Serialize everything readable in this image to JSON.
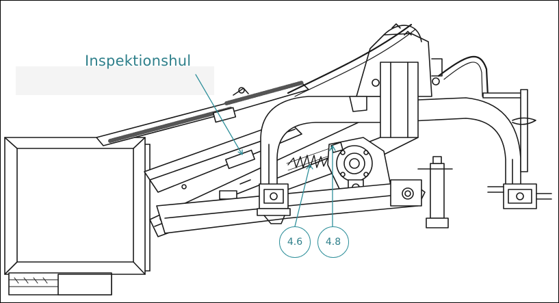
{
  "callout": {
    "label": "Inspektionshul"
  },
  "references": [
    {
      "id": "ref-4-6",
      "label": "4.6"
    },
    {
      "id": "ref-4-8",
      "label": "4.8"
    }
  ],
  "colors": {
    "accent": "#2e8f9a",
    "line": "#1a1a1a"
  },
  "icons": [
    "spring",
    "bearing-hub",
    "support-leg",
    "hitch-pin"
  ]
}
